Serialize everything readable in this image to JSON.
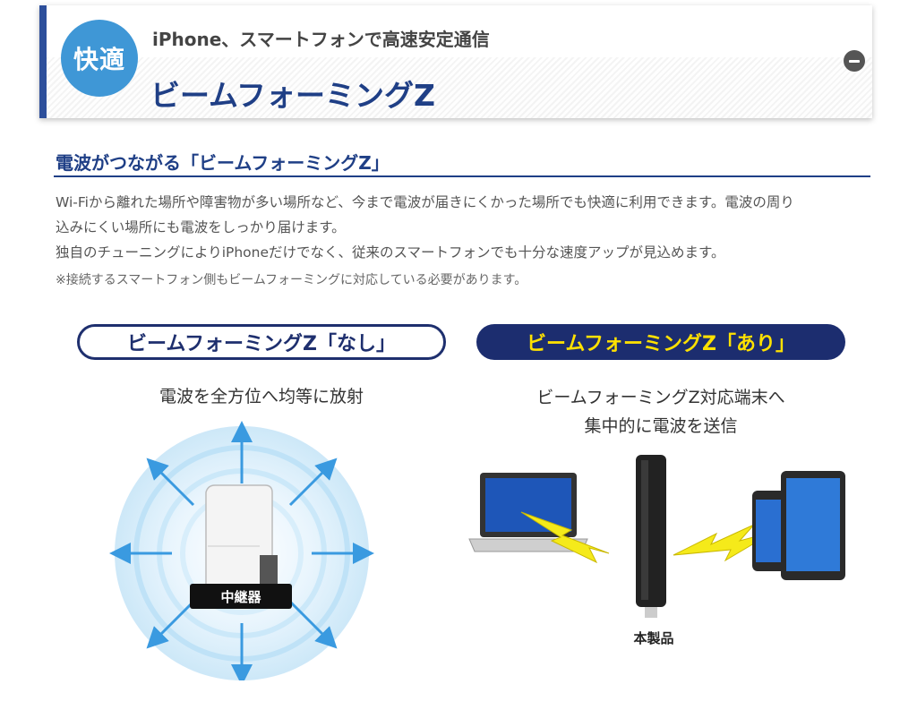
{
  "header": {
    "badge": "快適",
    "subtitle": "iPhone、スマートフォンで高速安定通信",
    "title": "ビームフォーミングZ"
  },
  "section": {
    "title": "電波がつながる「ビームフォーミングZ」",
    "paragraph1_line1": "Wi-Fiから離れた場所や障害物が多い場所など、今まで電波が届きにくかった場所でも快適に利用できます。電波の周り",
    "paragraph1_line2": "込みにくい場所にも電波をしっかり届けます。",
    "paragraph2": "独自のチューニングによりiPhoneだけでなく、従来のスマートフォンでも十分な速度アップが見込めます。",
    "note": "※接続するスマートフォン側もビームフォーミングに対応している必要があります。"
  },
  "comparison": {
    "without": {
      "pill": "ビームフォーミングZ「なし」",
      "caption": "電波を全方位へ均等に放射",
      "device_label": "中継器"
    },
    "with": {
      "pill": "ビームフォーミングZ「あり」",
      "caption_line1": "ビームフォーミングZ対応端末へ",
      "caption_line2": "集中的に電波を送信",
      "device_label": "本製品"
    }
  },
  "colors": {
    "navy": "#1f3f86",
    "badge_blue": "#3f97d6",
    "pill_dark": "#1c2d6f",
    "pill_text_yellow": "#ffe100",
    "arrow_blue": "#3a9ae0",
    "lightning_yellow": "#f5ea1a"
  },
  "icons": [
    "minus-circle-icon",
    "arrow-icon",
    "laptop-icon",
    "smartphone-icon",
    "tablet-icon",
    "lightning-icon",
    "repeater-icon",
    "usb-adapter-icon"
  ]
}
